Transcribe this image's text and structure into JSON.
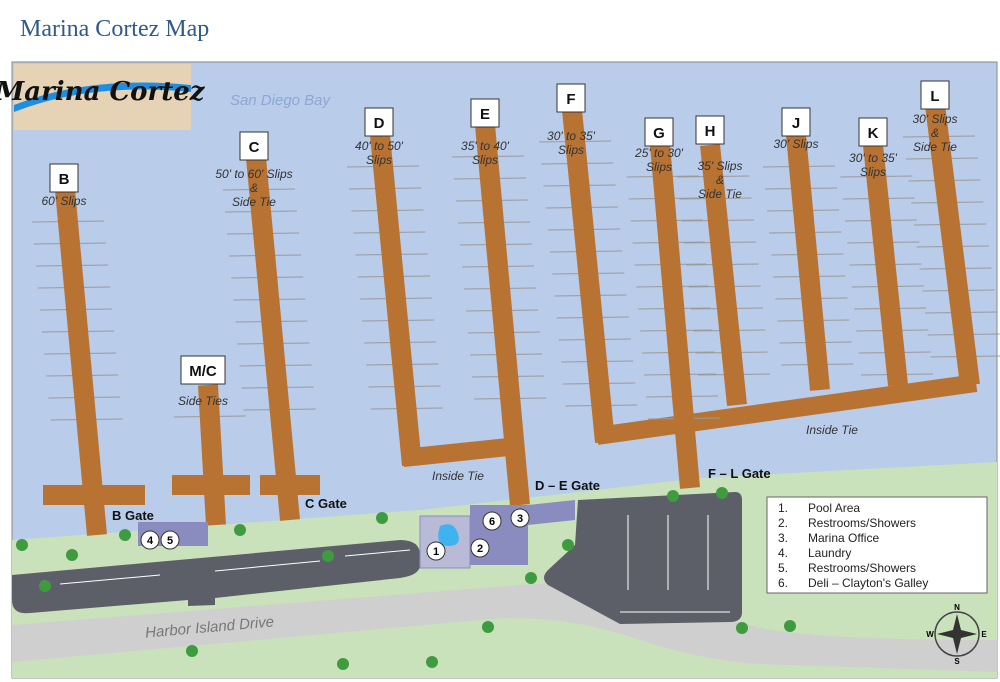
{
  "page_title": "Marina Cortez Map",
  "logo_text": "Marina Cortez",
  "water_label": "San Diego Bay",
  "road_label": "Harbor Island Drive",
  "inside_tie_label": "Inside Tie",
  "docks": [
    {
      "id": "B",
      "slips": [
        "60' Slips"
      ]
    },
    {
      "id": "M/C",
      "slips": [
        "Side Ties"
      ]
    },
    {
      "id": "C",
      "slips": [
        "50' to 60' Slips",
        "&",
        "Side Tie"
      ]
    },
    {
      "id": "D",
      "slips": [
        "40' to 50'",
        "Slips"
      ]
    },
    {
      "id": "E",
      "slips": [
        "35' to 40'",
        "Slips"
      ]
    },
    {
      "id": "F",
      "slips": [
        "30' to 35'",
        "Slips"
      ]
    },
    {
      "id": "G",
      "slips": [
        "25' to 30'",
        "Slips"
      ]
    },
    {
      "id": "H",
      "slips": [
        "35' Slips",
        "&",
        "Side Tie"
      ]
    },
    {
      "id": "J",
      "slips": [
        "30' Slips"
      ]
    },
    {
      "id": "K",
      "slips": [
        "30' to 35'",
        "Slips"
      ]
    },
    {
      "id": "L",
      "slips": [
        "30' Slips",
        "&",
        "Side Tie"
      ]
    }
  ],
  "gates": [
    "B Gate",
    "C Gate",
    "D – E Gate",
    "F – L Gate"
  ],
  "legend": [
    {
      "num": "1.",
      "label": "Pool Area"
    },
    {
      "num": "2.",
      "label": "Restrooms/Showers"
    },
    {
      "num": "3.",
      "label": "Marina Office"
    },
    {
      "num": "4.",
      "label": "Laundry"
    },
    {
      "num": "5.",
      "label": "Restrooms/Showers"
    },
    {
      "num": "6.",
      "label": "Deli – Clayton's Galley"
    }
  ],
  "markers": [
    "1",
    "2",
    "3",
    "4",
    "5",
    "6"
  ],
  "compass": {
    "n": "N",
    "s": "S",
    "e": "E",
    "w": "W"
  },
  "colors": {
    "water": "#b9cce9",
    "land": "#c9e2bb",
    "dock": "#b87333",
    "road": "#cfcfcf",
    "parking": "#5d5f68",
    "building": "#8a8cc0",
    "tree": "#3f9b3f"
  }
}
